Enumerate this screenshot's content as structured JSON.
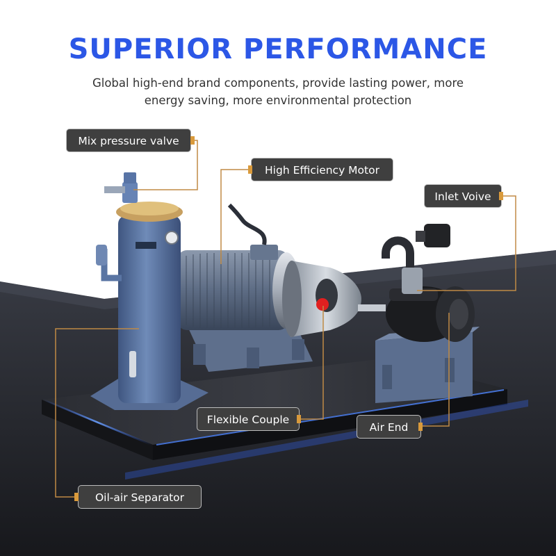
{
  "header": {
    "title": "SUPERIOR PERFORMANCE",
    "subtitle_line1": "Global high-end brand components, provide lasting power, more",
    "subtitle_line2": "energy saving, more environmental protection"
  },
  "callouts": {
    "mix_pressure_valve": "Mix pressure valve",
    "high_efficiency_motor": "High Efficiency Motor",
    "inlet_valve": "Inlet Voive",
    "flexible_couple": "Flexible Couple",
    "air_end": "Air End",
    "oil_air_separator": "Oil-air Separator"
  },
  "colors": {
    "title_blue": "#2c57e6",
    "callout_bg": "#3f3f3f",
    "leader_line": "#c08a45",
    "machine_blue": "#5a75a3",
    "base_black": "#1d1f24"
  }
}
